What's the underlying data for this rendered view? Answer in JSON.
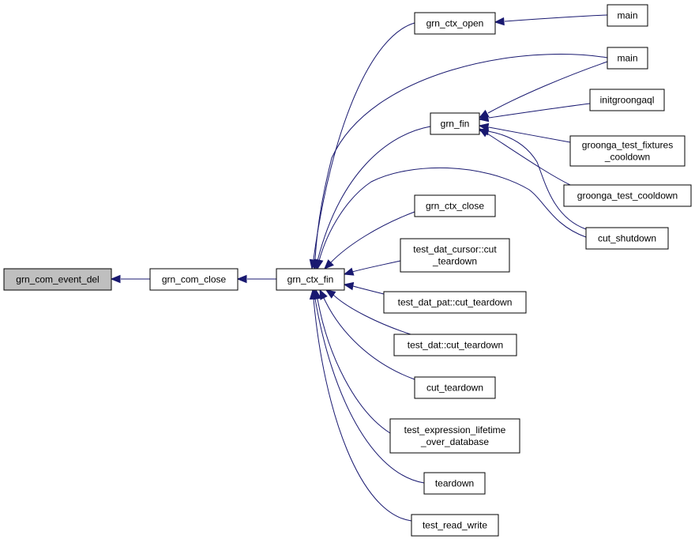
{
  "graph": {
    "edge_color": "#191970",
    "root_fill": "#bfbfbf",
    "nodes": [
      {
        "id": "grn_com_event_del",
        "lines": [
          "grn_com_event_del"
        ],
        "root": true
      },
      {
        "id": "grn_com_close",
        "lines": [
          "grn_com_close"
        ]
      },
      {
        "id": "grn_ctx_fin",
        "lines": [
          "grn_ctx_fin"
        ]
      },
      {
        "id": "grn_ctx_open",
        "lines": [
          "grn_ctx_open"
        ]
      },
      {
        "id": "main_top",
        "lines": [
          "main"
        ]
      },
      {
        "id": "main_mid",
        "lines": [
          "main"
        ]
      },
      {
        "id": "grn_fin",
        "lines": [
          "grn_fin"
        ]
      },
      {
        "id": "initgroongaql",
        "lines": [
          "initgroongaql"
        ]
      },
      {
        "id": "groonga_test_fixtures_cooldown",
        "lines": [
          "groonga_test_fixtures",
          "_cooldown"
        ]
      },
      {
        "id": "groonga_test_cooldown",
        "lines": [
          "groonga_test_cooldown"
        ]
      },
      {
        "id": "cut_shutdown",
        "lines": [
          "cut_shutdown"
        ]
      },
      {
        "id": "grn_ctx_close",
        "lines": [
          "grn_ctx_close"
        ]
      },
      {
        "id": "test_dat_cursor_cut_teardown",
        "lines": [
          "test_dat_cursor::cut",
          "_teardown"
        ]
      },
      {
        "id": "test_dat_pat_cut_teardown",
        "lines": [
          "test_dat_pat::cut_teardown"
        ]
      },
      {
        "id": "test_dat_cut_teardown",
        "lines": [
          "test_dat::cut_teardown"
        ]
      },
      {
        "id": "cut_teardown",
        "lines": [
          "cut_teardown"
        ]
      },
      {
        "id": "test_expression_lifetime_over_database",
        "lines": [
          "test_expression_lifetime",
          "_over_database"
        ]
      },
      {
        "id": "teardown",
        "lines": [
          "teardown"
        ]
      },
      {
        "id": "test_read_write",
        "lines": [
          "test_read_write"
        ]
      }
    ],
    "edges": [
      {
        "from": "grn_com_close",
        "to": "grn_com_event_del"
      },
      {
        "from": "grn_ctx_fin",
        "to": "grn_com_close"
      },
      {
        "from": "grn_ctx_open",
        "to": "grn_ctx_fin"
      },
      {
        "from": "main_mid",
        "to": "grn_ctx_fin"
      },
      {
        "from": "grn_fin",
        "to": "grn_ctx_fin"
      },
      {
        "from": "cut_shutdown",
        "to": "grn_ctx_fin"
      },
      {
        "from": "grn_ctx_close",
        "to": "grn_ctx_fin"
      },
      {
        "from": "test_dat_cursor_cut_teardown",
        "to": "grn_ctx_fin"
      },
      {
        "from": "test_dat_pat_cut_teardown",
        "to": "grn_ctx_fin"
      },
      {
        "from": "test_dat_cut_teardown",
        "to": "grn_ctx_fin"
      },
      {
        "from": "cut_teardown",
        "to": "grn_ctx_fin"
      },
      {
        "from": "test_expression_lifetime_over_database",
        "to": "grn_ctx_fin"
      },
      {
        "from": "teardown",
        "to": "grn_ctx_fin"
      },
      {
        "from": "test_read_write",
        "to": "grn_ctx_fin"
      },
      {
        "from": "main_top",
        "to": "grn_ctx_open"
      },
      {
        "from": "main_mid",
        "to": "grn_fin"
      },
      {
        "from": "initgroongaql",
        "to": "grn_fin"
      },
      {
        "from": "groonga_test_fixtures_cooldown",
        "to": "grn_fin"
      },
      {
        "from": "groonga_test_cooldown",
        "to": "grn_fin"
      },
      {
        "from": "cut_shutdown",
        "to": "grn_fin"
      }
    ]
  }
}
